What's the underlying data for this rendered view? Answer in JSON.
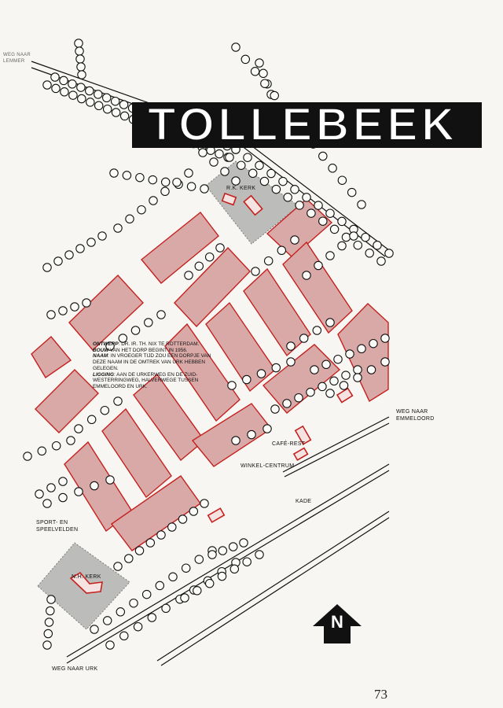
{
  "title": "TOLLEBEEK",
  "labels": {
    "top_left_road": "WEG NAAR\nLEMMER",
    "rk_church": "R.K. KERK",
    "nh_church": "N.H. KERK",
    "emmeloord_road": "WEG NAAR\nEMMELOORD",
    "cafe": "CAFÉ-REST",
    "shops": "WINKEL-CENTRUM",
    "quay": "KADE",
    "sports": "SPORT- EN\nSPEELVELDEN",
    "urk_road": "WEG NAAR URK"
  },
  "info": {
    "design_label": "ONTWERP",
    "design_text": ": DR. IR. TH. NIX TE ROTTERDAM.",
    "build_label": "BOUW",
    "build_text": " VAN HET DORP BEGINT IN 1956.",
    "name_label": "NAAM",
    "name_text": ": IN VROEGER TIJD ZOU EEN DORPJE VAN DEZE NAAM IN DE OMTREK VAN URK HEBBEN GELEGEN.",
    "location_label": "LIGGING",
    "location_text": ": AAN DE URKERWEG EN DE ZUID-WESTERRINGWEG, HALVERWEGE TUSSEN EMMELOORD EN URK."
  },
  "north_label": "N",
  "page_number": "73",
  "colors": {
    "block_fill": "#d9a9a7",
    "block_outline": "#c4211f",
    "church_area": "#a9a9a9",
    "title_bar": "#111111",
    "paper": "#f7f6f2"
  }
}
